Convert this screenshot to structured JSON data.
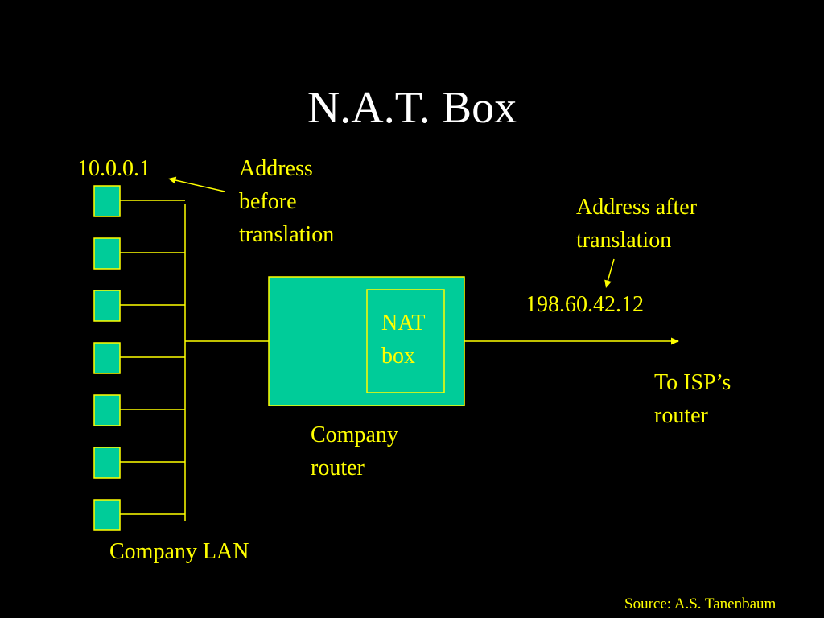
{
  "slide": {
    "title": "N.A.T. Box",
    "source": "Source: A.S. Tanenbaum"
  },
  "labels": {
    "inside_address": "10.0.0.1",
    "before_line1": "Address",
    "before_line2": "before",
    "before_line3": "translation",
    "after_line1": "Address after",
    "after_line2": "translation",
    "outside_address": "198.60.42.12",
    "nat_line1": "NAT",
    "nat_line2": "box",
    "router_line1": "Company",
    "router_line2": "router",
    "isp_line1": "To ISP’s",
    "isp_line2": "router",
    "lan": "Company LAN"
  },
  "colors": {
    "background": "#000000",
    "title_text": "#ffffff",
    "label_text": "#ffff00",
    "device_fill": "#00cc99",
    "line": "#ffff00"
  },
  "hosts": {
    "count": 7
  }
}
